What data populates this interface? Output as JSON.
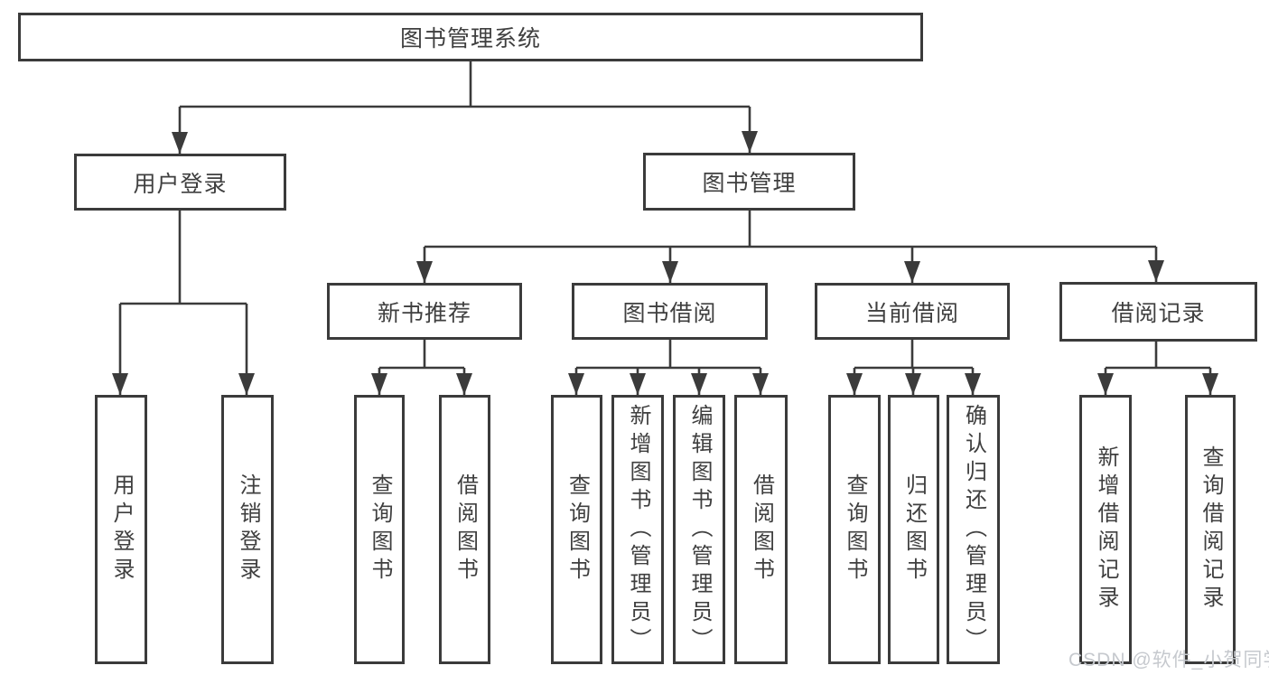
{
  "colors": {
    "line": "#3b3b3b",
    "text": "#3f3f3f",
    "background": "#ffffff",
    "watermark": "#c6c9ce"
  },
  "diagram": {
    "title": "图书管理系统",
    "level2": {
      "user_login": "用户登录",
      "book_mgmt": "图书管理"
    },
    "level3": {
      "new_books": "新书推荐",
      "borrowing": "图书借阅",
      "current": "当前借阅",
      "records": "借阅记录"
    },
    "leaves": {
      "login": "用户登录",
      "logout": "注销登录",
      "nb_query": "查询图书",
      "nb_borrow": "借阅图书",
      "bb_query": "查询图书",
      "bb_add": "新增图书（管理员）",
      "bb_edit": "编辑图书（管理员）",
      "bb_borrow": "借阅图书",
      "cb_query": "查询图书",
      "cb_return": "归还图书",
      "cb_confirm": "确认归还（管理员）",
      "br_add": "新增借阅记录",
      "br_query": "查询借阅记录"
    }
  },
  "watermark": {
    "text": "CSDN @软件_小贺同学"
  }
}
